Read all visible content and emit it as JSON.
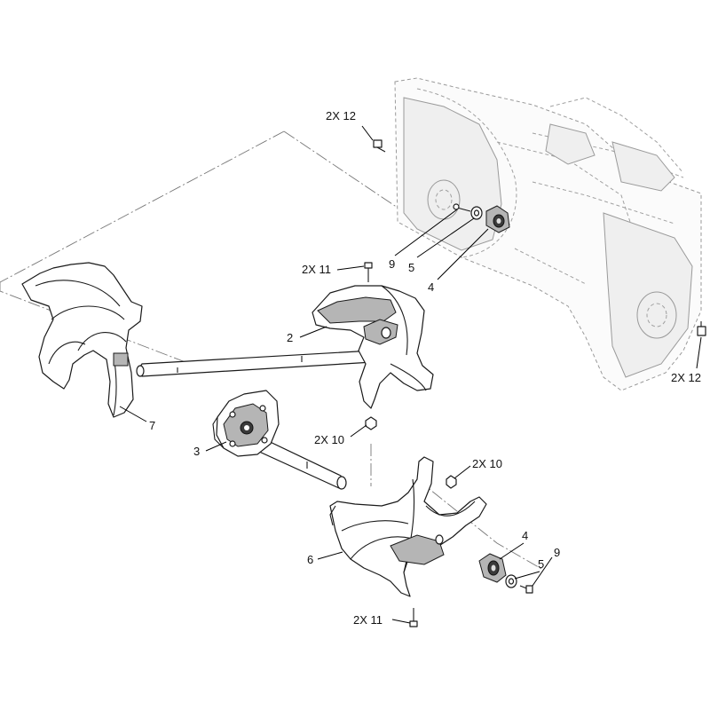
{
  "callouts": {
    "c12a": "2X 12",
    "c9a": "9",
    "c5a": "5",
    "c4a": "4",
    "c11a": "2X 11",
    "c2": "2",
    "c12b": "2X 12",
    "c7": "7",
    "c3": "3",
    "c10a": "2X 10",
    "c10b": "2X 10",
    "c6": "6",
    "c4b": "4",
    "c5b": "5",
    "c9b": "9",
    "c11b": "2X 11"
  }
}
